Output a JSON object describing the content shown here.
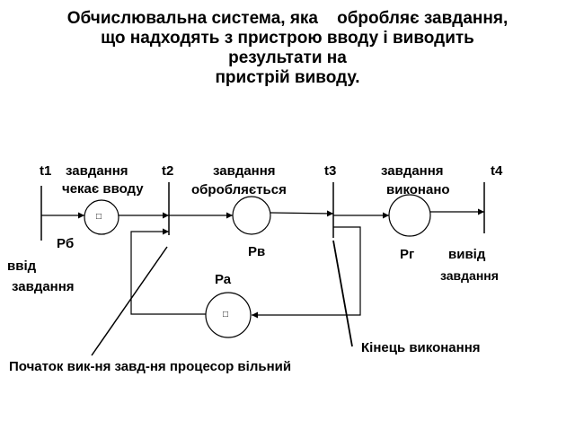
{
  "title": {
    "line1": "Обчислювальна система, яка    обробляє завдання,",
    "line2": "що надходять з пристрою вводу і виводить",
    "line3": "результати на",
    "line4": "пристрій виводу."
  },
  "transitions": {
    "t1": "t1",
    "t2": "t2",
    "t3": "t3",
    "t4": "t4"
  },
  "states": {
    "waiting_line1": "завдання",
    "waiting_line2": "чекає вводу",
    "processing_line1": "завдання",
    "processing_line2": "обробляється",
    "done_line1": "завдання",
    "done_line2": "виконано"
  },
  "places": {
    "pb": "Рб",
    "pv": "Рв",
    "pg": "Рг",
    "pa": "Ра"
  },
  "labels": {
    "input_line1": "ввід",
    "input_line2": "завдання",
    "output_line1": "вивід",
    "output_line2": "завдання",
    "end_execution": "Кінець виконання",
    "start_and_free": "Початок  вик-ня завд-ня  процесор вільний"
  },
  "marker_glyph": "□"
}
